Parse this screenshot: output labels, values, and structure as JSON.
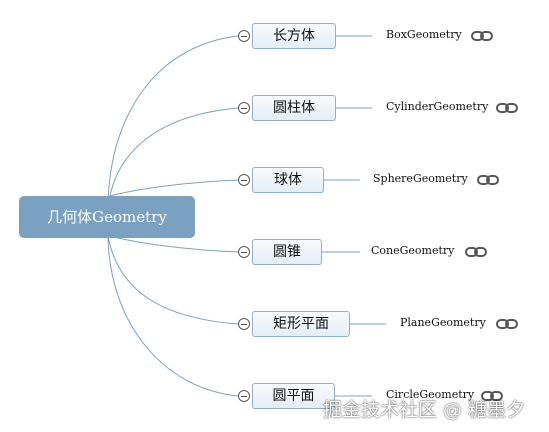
{
  "root": {
    "label": "几何体Geometry"
  },
  "branches": [
    {
      "label": "长方体",
      "child": "BoxGeometry"
    },
    {
      "label": "圆柱体",
      "child": "CylinderGeometry"
    },
    {
      "label": "球体",
      "child": "SphereGeometry"
    },
    {
      "label": "圆锥",
      "child": "ConeGeometry"
    },
    {
      "label": "矩形平面",
      "child": "PlaneGeometry"
    },
    {
      "label": "圆平面",
      "child": "CircleGeometry"
    }
  ],
  "link_icon": "chain-link-icon",
  "collapse_icon": "collapse-minus-icon",
  "watermark": "掘金技术社区 @ 糖墨夕",
  "colors": {
    "root_fill": "#7aa1c0",
    "node_border": "#8fb1ca",
    "connector": "#7f9fb8"
  }
}
